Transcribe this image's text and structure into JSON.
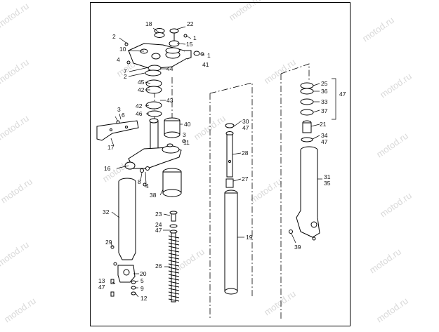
{
  "watermark": "motod.ru",
  "callouts": {
    "c1": "1",
    "c1b": "1",
    "c2": "2",
    "c2b": "2",
    "c3": "3",
    "c3b": "3",
    "c4": "4",
    "c4b": "4",
    "c5": "5",
    "c6": "6",
    "c7": "7",
    "c8": "8",
    "c9": "9",
    "c10": "10",
    "c11": "11",
    "c12": "12",
    "c13": "13",
    "c15": "15",
    "c16": "16",
    "c17": "17",
    "c18": "18",
    "c19": "19",
    "c20": "20",
    "c21": "21",
    "c22": "22",
    "c23": "23",
    "c24": "24",
    "c25": "25",
    "c26": "26",
    "c27": "27",
    "c28": "28",
    "c29": "29",
    "c30": "30",
    "c31": "31",
    "c32": "32",
    "c33": "33",
    "c34": "34",
    "c35": "35",
    "c36": "36",
    "c37": "37",
    "c38": "38",
    "c39": "39",
    "c40": "40",
    "c41": "41",
    "c42a": "42",
    "c42b": "42",
    "c43": "43",
    "c44": "44",
    "c45": "45",
    "c46": "46",
    "c47a": "47",
    "c47b": "47",
    "c47c": "47",
    "c47d": "47",
    "c47e": "47"
  }
}
